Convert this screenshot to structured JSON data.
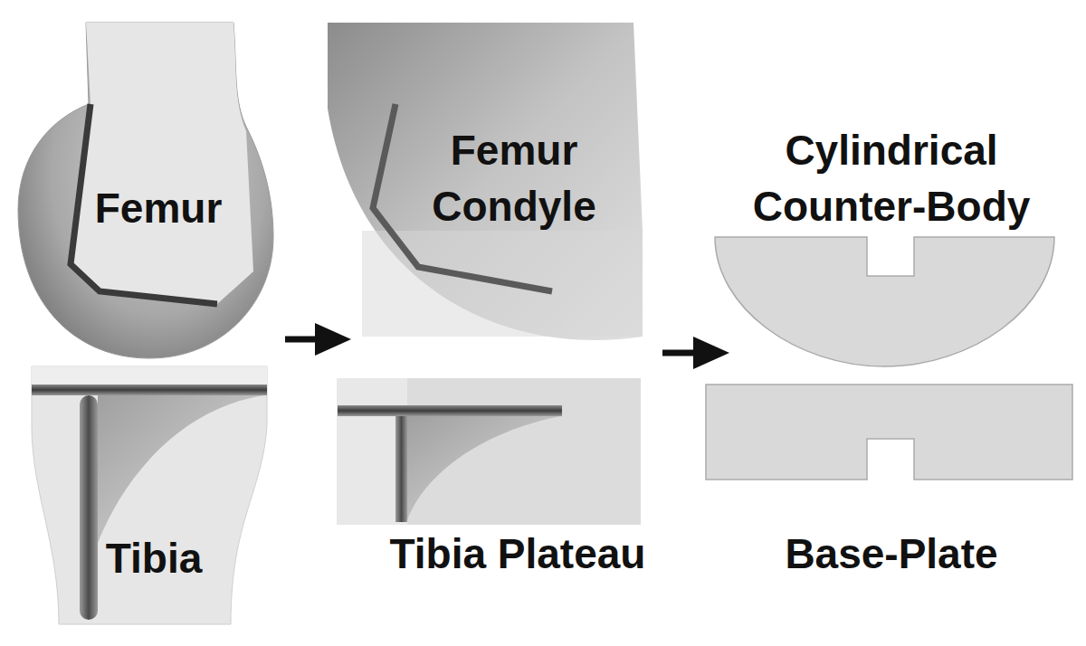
{
  "diagram": {
    "labels": [
      "Femur",
      "Tibia",
      "Femur Condyle",
      "Tibia Plateau",
      "Cylindrical Counter-Body",
      "Base-Plate"
    ]
  }
}
